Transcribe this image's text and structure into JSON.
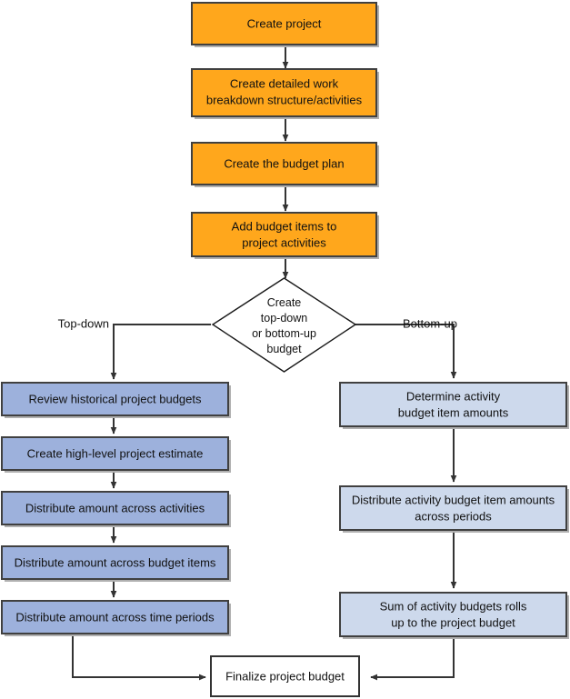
{
  "diagram": {
    "title": "Project budget creation flowchart",
    "colors": {
      "orange_fill": "#FFA71C",
      "orange_border": "#404040",
      "blue_medium_fill": "#9DB1DC",
      "blue_light_fill": "#CDD9EC",
      "blue_border": "#404040",
      "white_fill": "#FFFFFF",
      "line": "#333333",
      "shadow": "#B0B0B0",
      "text": "#111111"
    },
    "nodes": {
      "create_project": {
        "label": "Create project",
        "type": "process",
        "style": "orange"
      },
      "create_wbs": {
        "label_line1": "Create detailed work",
        "label_line2": "breakdown structure/activities",
        "type": "process",
        "style": "orange"
      },
      "create_budget_plan": {
        "label": "Create the budget plan",
        "type": "process",
        "style": "orange"
      },
      "add_budget_items": {
        "label_line1": "Add budget items to",
        "label_line2": "project activities",
        "type": "process",
        "style": "orange"
      },
      "decision": {
        "line1": "Create",
        "line2": "top-down",
        "line3": "or bottom-up",
        "line4": "budget",
        "type": "decision",
        "style": "white-diamond"
      },
      "left_1": {
        "label": "Review historical project budgets",
        "type": "process",
        "style": "blue-medium"
      },
      "left_2": {
        "label": "Create high-level project estimate",
        "type": "process",
        "style": "blue-medium"
      },
      "left_3": {
        "label": "Distribute amount across activities",
        "type": "process",
        "style": "blue-medium"
      },
      "left_4": {
        "label": "Distribute amount across budget items",
        "type": "process",
        "style": "blue-medium"
      },
      "left_5": {
        "label": "Distribute amount across time periods",
        "type": "process",
        "style": "blue-medium"
      },
      "right_1": {
        "label_line1": "Determine activity",
        "label_line2": "budget item amounts",
        "type": "process",
        "style": "blue-light"
      },
      "right_2": {
        "label_line1": "Distribute activity budget item amounts",
        "label_line2": "across periods",
        "type": "process",
        "style": "blue-light"
      },
      "right_3": {
        "label_line1": "Sum of activity budgets rolls",
        "label_line2": "up to the project budget",
        "type": "process",
        "style": "blue-light"
      },
      "finalize": {
        "label": "Finalize project budget",
        "type": "terminator",
        "style": "white"
      }
    },
    "branch_labels": {
      "left": "Top-down",
      "right": "Bottom-up"
    }
  }
}
